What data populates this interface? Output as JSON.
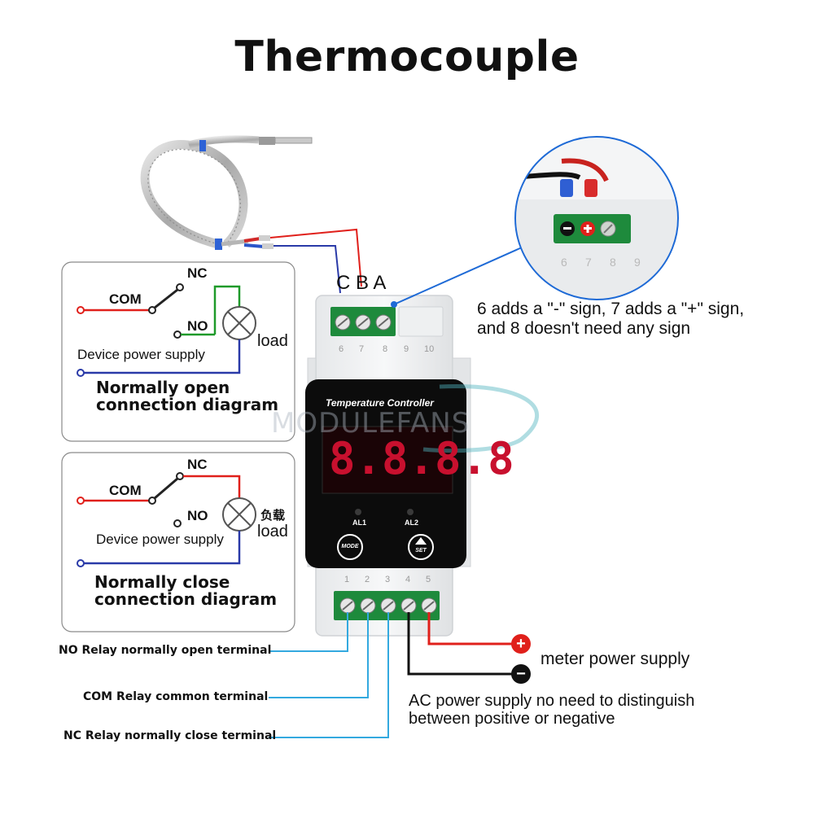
{
  "title": "Thermocouple",
  "thermocouple_terminals": [
    "C",
    "B",
    "A"
  ],
  "zoom_inset": {
    "terminal_numbers": [
      "6",
      "7",
      "8",
      "9"
    ]
  },
  "sign_note": {
    "line1": "6 adds a \"-\" sign, 7 adds a \"+\" sign,",
    "line2": "and 8 doesn't need any sign"
  },
  "device": {
    "panel_title": "Temperature Controller",
    "display_digits": "8.8.8.8",
    "al1_label": "AL1",
    "al2_label": "AL2",
    "mode_button": "MODE",
    "set_button": "SET",
    "top_terminal_numbers": [
      "6",
      "7",
      "8",
      "9",
      "10"
    ],
    "bottom_terminal_numbers": [
      "1",
      "2",
      "3",
      "4",
      "5"
    ]
  },
  "watermark": "MODULEFANS",
  "no_panel": {
    "nc_label": "NC",
    "com_label": "COM",
    "no_label": "NO",
    "load_label": "load",
    "power_label": "Device power supply",
    "title_line1": "Normally open",
    "title_line2": "connection diagram"
  },
  "nc_panel": {
    "nc_label": "NC",
    "com_label": "COM",
    "no_label": "NO",
    "load_cn_label": "负载",
    "load_label": "load",
    "power_label": "Device power supply",
    "title_line1": "Normally close",
    "title_line2": "connection diagram"
  },
  "terminal_legend": {
    "no": "NO  Relay normally open terminal",
    "com": "COM  Relay common terminal",
    "nc": "NC Relay normally close terminal"
  },
  "power": {
    "plus_symbol": "+",
    "minus_symbol": "−",
    "meter_label": "meter power supply",
    "ac_line1": "AC power supply no need to distinguish",
    "ac_line2": "between positive or negative"
  },
  "colors": {
    "wire_red": "#e0201b",
    "wire_blue": "#2a3aa8",
    "wire_green": "#1f9a2a",
    "terminal_green": "#1e8a3c",
    "callout_blue": "#1e6ad6",
    "leader_cyan": "#33a9df",
    "display_red": "#c8102e"
  }
}
